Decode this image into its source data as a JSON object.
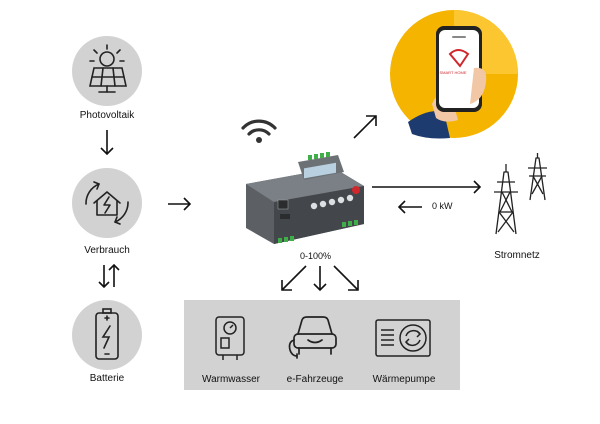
{
  "nodes": {
    "pv": {
      "label": "Photovoltaik"
    },
    "consumption": {
      "label": "Verbrauch"
    },
    "battery": {
      "label": "Batterie"
    },
    "grid": {
      "label": "Stromnetz"
    }
  },
  "flows": {
    "grid_power": "0 kW",
    "control_range": "0-100%"
  },
  "loads": [
    {
      "label": "Warmwasser"
    },
    {
      "label": "e-Fahrzeuge"
    },
    {
      "label": "Wärmepumpe"
    }
  ],
  "app": {
    "brand_text": "SMART HOME"
  },
  "colors": {
    "accent": "#f5b400",
    "accent_light": "#fbc62f",
    "grey": "#d2d2d2",
    "red": "#d0272c"
  }
}
